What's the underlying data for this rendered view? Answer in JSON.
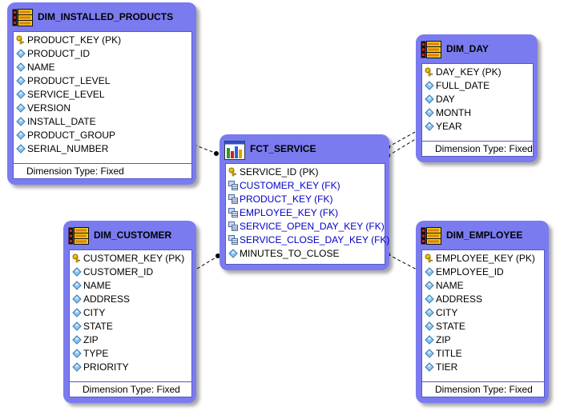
{
  "entities": {
    "dim_installed_products": {
      "title": "DIM_INSTALLED_PRODUCTS",
      "rows": [
        {
          "label": "PRODUCT_KEY (PK)",
          "icon": "key-icon"
        },
        {
          "label": "PRODUCT_ID",
          "icon": "diamond-icon"
        },
        {
          "label": "NAME",
          "icon": "diamond-icon"
        },
        {
          "label": "PRODUCT_LEVEL",
          "icon": "diamond-icon"
        },
        {
          "label": "SERVICE_LEVEL",
          "icon": "diamond-icon"
        },
        {
          "label": "VERSION",
          "icon": "diamond-icon"
        },
        {
          "label": "INSTALL_DATE",
          "icon": "diamond-icon"
        },
        {
          "label": "PRODUCT_GROUP",
          "icon": "diamond-icon"
        },
        {
          "label": "SERIAL_NUMBER",
          "icon": "diamond-icon"
        }
      ],
      "footer": "Dimension Type: Fixed"
    },
    "dim_day": {
      "title": "DIM_DAY",
      "rows": [
        {
          "label": "DAY_KEY (PK)",
          "icon": "key-icon"
        },
        {
          "label": "FULL_DATE",
          "icon": "diamond-icon"
        },
        {
          "label": "DAY",
          "icon": "diamond-icon"
        },
        {
          "label": "MONTH",
          "icon": "diamond-icon"
        },
        {
          "label": "YEAR",
          "icon": "diamond-icon"
        }
      ],
      "footer": "Dimension Type: Fixed"
    },
    "fct_service": {
      "title": "FCT_SERVICE",
      "rows": [
        {
          "label": "SERVICE_ID (PK)",
          "icon": "key-icon"
        },
        {
          "label": "CUSTOMER_KEY (FK)",
          "icon": "fk-icon"
        },
        {
          "label": "PRODUCT_KEY (FK)",
          "icon": "fk-icon"
        },
        {
          "label": "EMPLOYEE_KEY (FK)",
          "icon": "fk-icon"
        },
        {
          "label": "SERVICE_OPEN_DAY_KEY (FK)",
          "icon": "fk-icon"
        },
        {
          "label": "SERVICE_CLOSE_DAY_KEY (FK)",
          "icon": "fk-icon"
        },
        {
          "label": "MINUTES_TO_CLOSE",
          "icon": "diamond-icon"
        }
      ]
    },
    "dim_customer": {
      "title": "DIM_CUSTOMER",
      "rows": [
        {
          "label": "CUSTOMER_KEY (PK)",
          "icon": "key-icon"
        },
        {
          "label": "CUSTOMER_ID",
          "icon": "diamond-icon"
        },
        {
          "label": "NAME",
          "icon": "diamond-icon"
        },
        {
          "label": "ADDRESS",
          "icon": "diamond-icon"
        },
        {
          "label": "CITY",
          "icon": "diamond-icon"
        },
        {
          "label": "STATE",
          "icon": "diamond-icon"
        },
        {
          "label": "ZIP",
          "icon": "diamond-icon"
        },
        {
          "label": "TYPE",
          "icon": "diamond-icon"
        },
        {
          "label": "PRIORITY",
          "icon": "diamond-icon"
        }
      ],
      "footer": "Dimension Type: Fixed"
    },
    "dim_employee": {
      "title": "DIM_EMPLOYEE",
      "rows": [
        {
          "label": "EMPLOYEE_KEY (PK)",
          "icon": "key-icon"
        },
        {
          "label": "EMPLOYEE_ID",
          "icon": "diamond-icon"
        },
        {
          "label": "NAME",
          "icon": "diamond-icon"
        },
        {
          "label": "ADDRESS",
          "icon": "diamond-icon"
        },
        {
          "label": "CITY",
          "icon": "diamond-icon"
        },
        {
          "label": "STATE",
          "icon": "diamond-icon"
        },
        {
          "label": "ZIP",
          "icon": "diamond-icon"
        },
        {
          "label": "TITLE",
          "icon": "diamond-icon"
        },
        {
          "label": "TIER",
          "icon": "diamond-icon"
        }
      ],
      "footer": "Dimension Type: Fixed"
    }
  }
}
